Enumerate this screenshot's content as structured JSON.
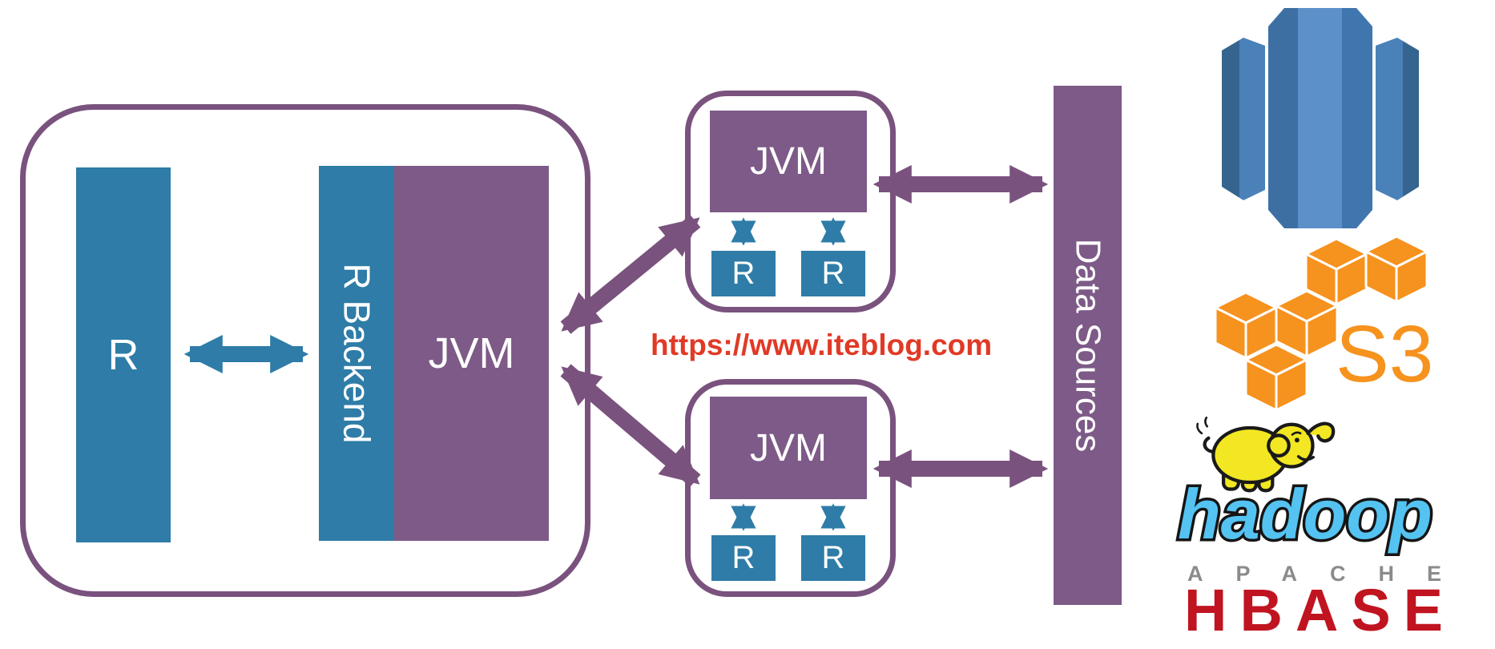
{
  "diagram": {
    "driver": {
      "r_label": "R",
      "r_backend_label": "R Backend",
      "jvm_label": "JVM"
    },
    "workers": [
      {
        "jvm_label": "JVM",
        "r_labels": [
          "R",
          "R"
        ]
      },
      {
        "jvm_label": "JVM",
        "r_labels": [
          "R",
          "R"
        ]
      }
    ],
    "data_sources_label": "Data Sources",
    "watermark_url": "https://www.iteblog.com"
  },
  "logos": {
    "redshift": {
      "icon": "amazon-redshift-icon"
    },
    "s3": {
      "icon": "aws-s3-cubes-icon",
      "label": "S3"
    },
    "hadoop": {
      "icon": "hadoop-elephant-icon",
      "label": "hadoop"
    },
    "apache": {
      "label": "APACHE"
    },
    "hbase": {
      "label": "HBASE"
    }
  },
  "colors": {
    "box_blue": "#2E7CA7",
    "box_purple": "#7D5A87",
    "outline_purple": "#7A527E",
    "url_red": "#E03A26",
    "s3_orange": "#F6921E",
    "hadoop_text_blue": "#54C3F1",
    "elephant_yellow": "#F2E722",
    "apache_gray": "#8B8B8B",
    "hbase_red": "#C01420",
    "redshift_blue_mid": "#4A80B8",
    "redshift_blue_dark": "#35658F",
    "redshift_blue_light": "#5C90C8"
  }
}
